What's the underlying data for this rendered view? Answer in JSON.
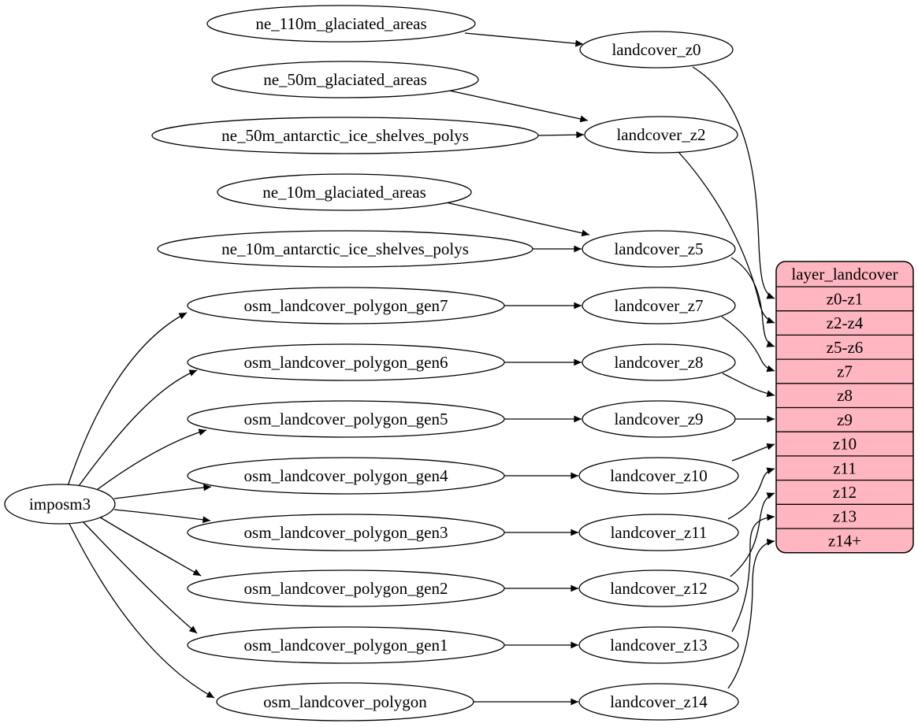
{
  "graph": {
    "type": "dependency-diagram",
    "direction": "left-to-right",
    "colors": {
      "background": "#ffffff",
      "node_fill": "#ffffff",
      "node_stroke": "#000000",
      "edge": "#000000",
      "record_fill": "#ffb6c1",
      "text": "#000000"
    },
    "nodes": [
      {
        "id": "imposm3",
        "label": "imposm3"
      },
      {
        "id": "ne_110m_glaciated_areas",
        "label": "ne_110m_glaciated_areas"
      },
      {
        "id": "ne_50m_glaciated_areas",
        "label": "ne_50m_glaciated_areas"
      },
      {
        "id": "ne_50m_antarctic_ice_shelves_polys",
        "label": "ne_50m_antarctic_ice_shelves_polys"
      },
      {
        "id": "ne_10m_glaciated_areas",
        "label": "ne_10m_glaciated_areas"
      },
      {
        "id": "ne_10m_antarctic_ice_shelves_polys",
        "label": "ne_10m_antarctic_ice_shelves_polys"
      },
      {
        "id": "osm_landcover_polygon_gen7",
        "label": "osm_landcover_polygon_gen7"
      },
      {
        "id": "osm_landcover_polygon_gen6",
        "label": "osm_landcover_polygon_gen6"
      },
      {
        "id": "osm_landcover_polygon_gen5",
        "label": "osm_landcover_polygon_gen5"
      },
      {
        "id": "osm_landcover_polygon_gen4",
        "label": "osm_landcover_polygon_gen4"
      },
      {
        "id": "osm_landcover_polygon_gen3",
        "label": "osm_landcover_polygon_gen3"
      },
      {
        "id": "osm_landcover_polygon_gen2",
        "label": "osm_landcover_polygon_gen2"
      },
      {
        "id": "osm_landcover_polygon_gen1",
        "label": "osm_landcover_polygon_gen1"
      },
      {
        "id": "osm_landcover_polygon",
        "label": "osm_landcover_polygon"
      },
      {
        "id": "landcover_z0",
        "label": "landcover_z0"
      },
      {
        "id": "landcover_z2",
        "label": "landcover_z2"
      },
      {
        "id": "landcover_z5",
        "label": "landcover_z5"
      },
      {
        "id": "landcover_z7",
        "label": "landcover_z7"
      },
      {
        "id": "landcover_z8",
        "label": "landcover_z8"
      },
      {
        "id": "landcover_z9",
        "label": "landcover_z9"
      },
      {
        "id": "landcover_z10",
        "label": "landcover_z10"
      },
      {
        "id": "landcover_z11",
        "label": "landcover_z11"
      },
      {
        "id": "landcover_z12",
        "label": "landcover_z12"
      },
      {
        "id": "landcover_z13",
        "label": "landcover_z13"
      },
      {
        "id": "landcover_z14",
        "label": "landcover_z14"
      }
    ],
    "record": {
      "id": "layer_landcover",
      "title": "layer_landcover",
      "rows": [
        "z0-z1",
        "z2-z4",
        "z5-z6",
        "z7",
        "z8",
        "z9",
        "z10",
        "z11",
        "z12",
        "z13",
        "z14+"
      ]
    },
    "edges": [
      {
        "from": "imposm3",
        "to": "osm_landcover_polygon_gen7"
      },
      {
        "from": "imposm3",
        "to": "osm_landcover_polygon_gen6"
      },
      {
        "from": "imposm3",
        "to": "osm_landcover_polygon_gen5"
      },
      {
        "from": "imposm3",
        "to": "osm_landcover_polygon_gen4"
      },
      {
        "from": "imposm3",
        "to": "osm_landcover_polygon_gen3"
      },
      {
        "from": "imposm3",
        "to": "osm_landcover_polygon_gen2"
      },
      {
        "from": "imposm3",
        "to": "osm_landcover_polygon_gen1"
      },
      {
        "from": "imposm3",
        "to": "osm_landcover_polygon"
      },
      {
        "from": "ne_110m_glaciated_areas",
        "to": "landcover_z0"
      },
      {
        "from": "ne_50m_glaciated_areas",
        "to": "landcover_z2"
      },
      {
        "from": "ne_50m_antarctic_ice_shelves_polys",
        "to": "landcover_z2"
      },
      {
        "from": "ne_10m_glaciated_areas",
        "to": "landcover_z5"
      },
      {
        "from": "ne_10m_antarctic_ice_shelves_polys",
        "to": "landcover_z5"
      },
      {
        "from": "osm_landcover_polygon_gen7",
        "to": "landcover_z7"
      },
      {
        "from": "osm_landcover_polygon_gen6",
        "to": "landcover_z8"
      },
      {
        "from": "osm_landcover_polygon_gen5",
        "to": "landcover_z9"
      },
      {
        "from": "osm_landcover_polygon_gen4",
        "to": "landcover_z10"
      },
      {
        "from": "osm_landcover_polygon_gen3",
        "to": "landcover_z11"
      },
      {
        "from": "osm_landcover_polygon_gen2",
        "to": "landcover_z12"
      },
      {
        "from": "osm_landcover_polygon_gen1",
        "to": "landcover_z13"
      },
      {
        "from": "osm_landcover_polygon",
        "to": "landcover_z14"
      },
      {
        "from": "landcover_z0",
        "to": "layer_landcover:z0-z1"
      },
      {
        "from": "landcover_z2",
        "to": "layer_landcover:z2-z4"
      },
      {
        "from": "landcover_z5",
        "to": "layer_landcover:z5-z6"
      },
      {
        "from": "landcover_z7",
        "to": "layer_landcover:z7"
      },
      {
        "from": "landcover_z8",
        "to": "layer_landcover:z8"
      },
      {
        "from": "landcover_z9",
        "to": "layer_landcover:z9"
      },
      {
        "from": "landcover_z10",
        "to": "layer_landcover:z10"
      },
      {
        "from": "landcover_z11",
        "to": "layer_landcover:z11"
      },
      {
        "from": "landcover_z12",
        "to": "layer_landcover:z12"
      },
      {
        "from": "landcover_z13",
        "to": "layer_landcover:z13"
      },
      {
        "from": "landcover_z14",
        "to": "layer_landcover:z14+"
      }
    ]
  }
}
